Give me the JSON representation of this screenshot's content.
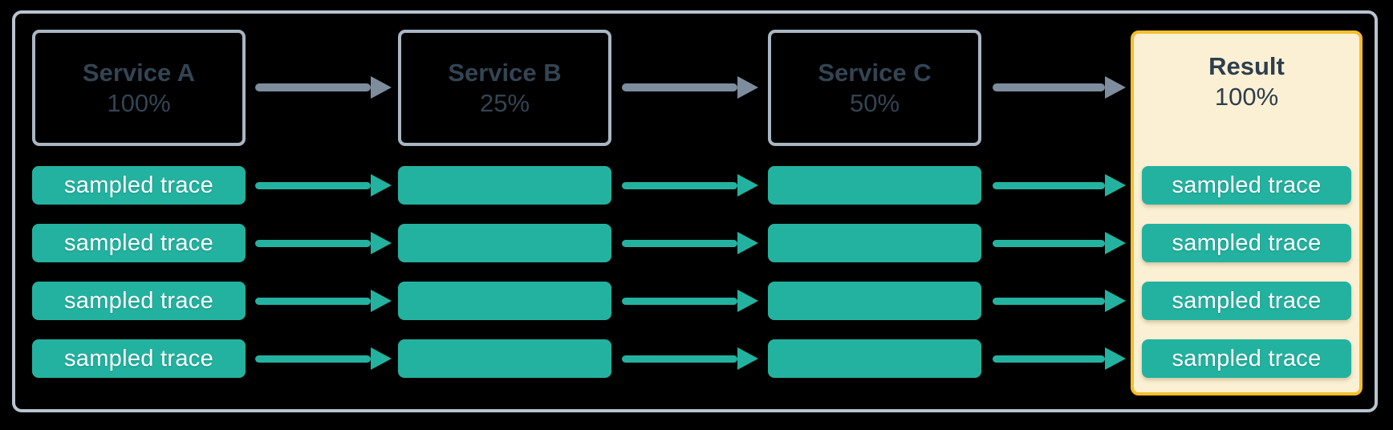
{
  "diagram": {
    "type": "sampling-flow",
    "services": [
      {
        "name": "Service A",
        "rate": "100%"
      },
      {
        "name": "Service B",
        "rate": "25%"
      },
      {
        "name": "Service C",
        "rate": "50%"
      }
    ],
    "result": {
      "name": "Result",
      "rate": "100%"
    },
    "trace_label": "sampled trace",
    "trace_rows": 4,
    "colors": {
      "background": "#000000",
      "outer_border": "#B9C4D1",
      "service_box_border": "#A9B6C4",
      "service_text": "#334453",
      "flow_arrow_gray": "#7D8D9D",
      "trace_teal": "#23B2A0",
      "trace_text": "#FFFFFF",
      "result_background": "#FBF0D3",
      "result_border": "#F6BE2C"
    }
  }
}
